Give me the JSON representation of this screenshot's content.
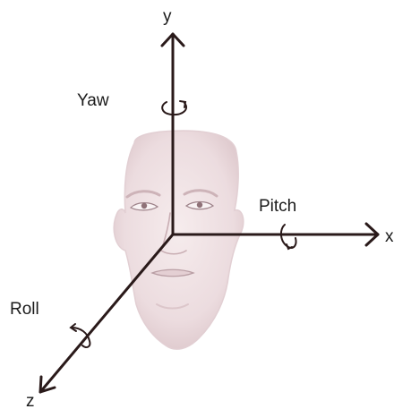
{
  "axes": {
    "y": "y",
    "x": "x",
    "z": "z"
  },
  "rotations": {
    "yaw": "Yaw",
    "pitch": "Pitch",
    "roll": "Roll"
  },
  "colors": {
    "axis": "#2a1a1a",
    "skin": "#efe0e2",
    "skin_shadow": "#dcc6ca",
    "feature": "#b59aa0"
  }
}
